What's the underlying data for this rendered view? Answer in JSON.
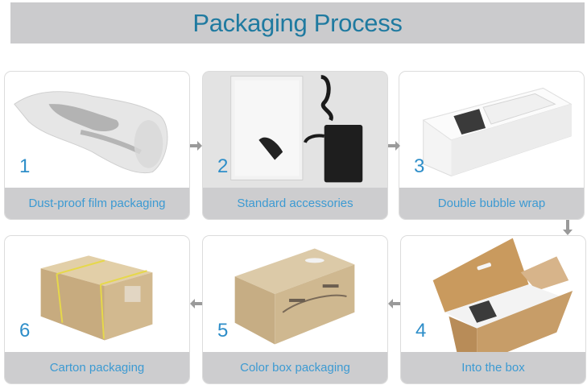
{
  "title": "Packaging Process",
  "colors": {
    "title_bar": "#cbcbcd",
    "title_text": "#1f7aa0",
    "label_band": "#cdcdcf",
    "label_text": "#3c9ad2",
    "arrow": "#9a9a9a",
    "cardboard": "#c9a57a"
  },
  "steps": [
    {
      "number": "1",
      "label": "Dust-proof film packaging",
      "image": "film-wrapped-product"
    },
    {
      "number": "2",
      "label": "Standard accessories",
      "image": "accessories-bag-and-adapter"
    },
    {
      "number": "3",
      "label": "Double bubble wrap",
      "image": "white-foam-box"
    },
    {
      "number": "4",
      "label": "Into the box",
      "image": "open-carton-with-foam"
    },
    {
      "number": "5",
      "label": "Color box packaging",
      "image": "color-box"
    },
    {
      "number": "6",
      "label": "Carton packaging",
      "image": "strapped-carton"
    }
  ],
  "flow": [
    "1→2",
    "2→3",
    "3→4",
    "4→5",
    "5→6"
  ]
}
